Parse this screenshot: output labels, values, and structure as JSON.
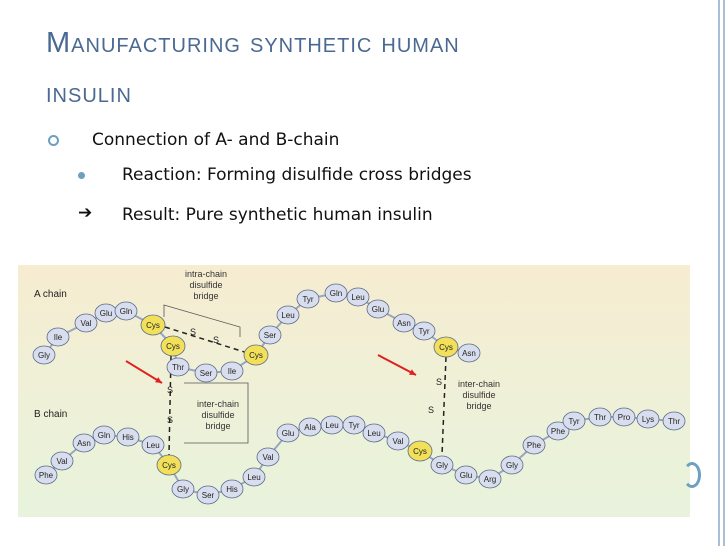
{
  "slide": {
    "title_line1": "Manufacturing synthetic human",
    "title_line2": "insulin",
    "bullet1": "Connection of A- and B-chain",
    "bullet2": "Reaction: Forming disulfide cross bridges",
    "bullet3": "Result: Pure synthetic human insulin",
    "arrow_glyph": "➔"
  },
  "figure": {
    "a_chain_label": "A chain",
    "b_chain_label": "B chain",
    "intra_label": [
      "intra-chain",
      "disulfide",
      "bridge"
    ],
    "inter_label_left": [
      "inter-chain",
      "disulfide",
      "bridge"
    ],
    "inter_label_right": [
      "inter-chain",
      "disulfide",
      "bridge"
    ],
    "sulfur": "S",
    "a_chain": [
      "Gly",
      "Ile",
      "Val",
      "Glu",
      "Gln",
      "Cys",
      "Cys",
      "Thr",
      "Ser",
      "Ile",
      "Cys",
      "Ser",
      "Leu",
      "Tyr",
      "Gln",
      "Leu",
      "Glu",
      "Asn",
      "Tyr",
      "Cys",
      "Asn"
    ],
    "b_chain": [
      "Phe",
      "Val",
      "Asn",
      "Gln",
      "His",
      "Leu",
      "Cys",
      "Gly",
      "Ser",
      "His",
      "Leu",
      "Val",
      "Glu",
      "Ala",
      "Leu",
      "Tyr",
      "Leu",
      "Val",
      "Cys",
      "Gly",
      "Glu",
      "Arg",
      "Gly",
      "Phe",
      "Phe",
      "Tyr",
      "Thr",
      "Pro",
      "Lys",
      "Thr"
    ],
    "colors": {
      "bead": "#d9deee",
      "cys": "#f2e05a",
      "bead_stroke": "#5a6a8a",
      "accent": "#e02020"
    }
  }
}
